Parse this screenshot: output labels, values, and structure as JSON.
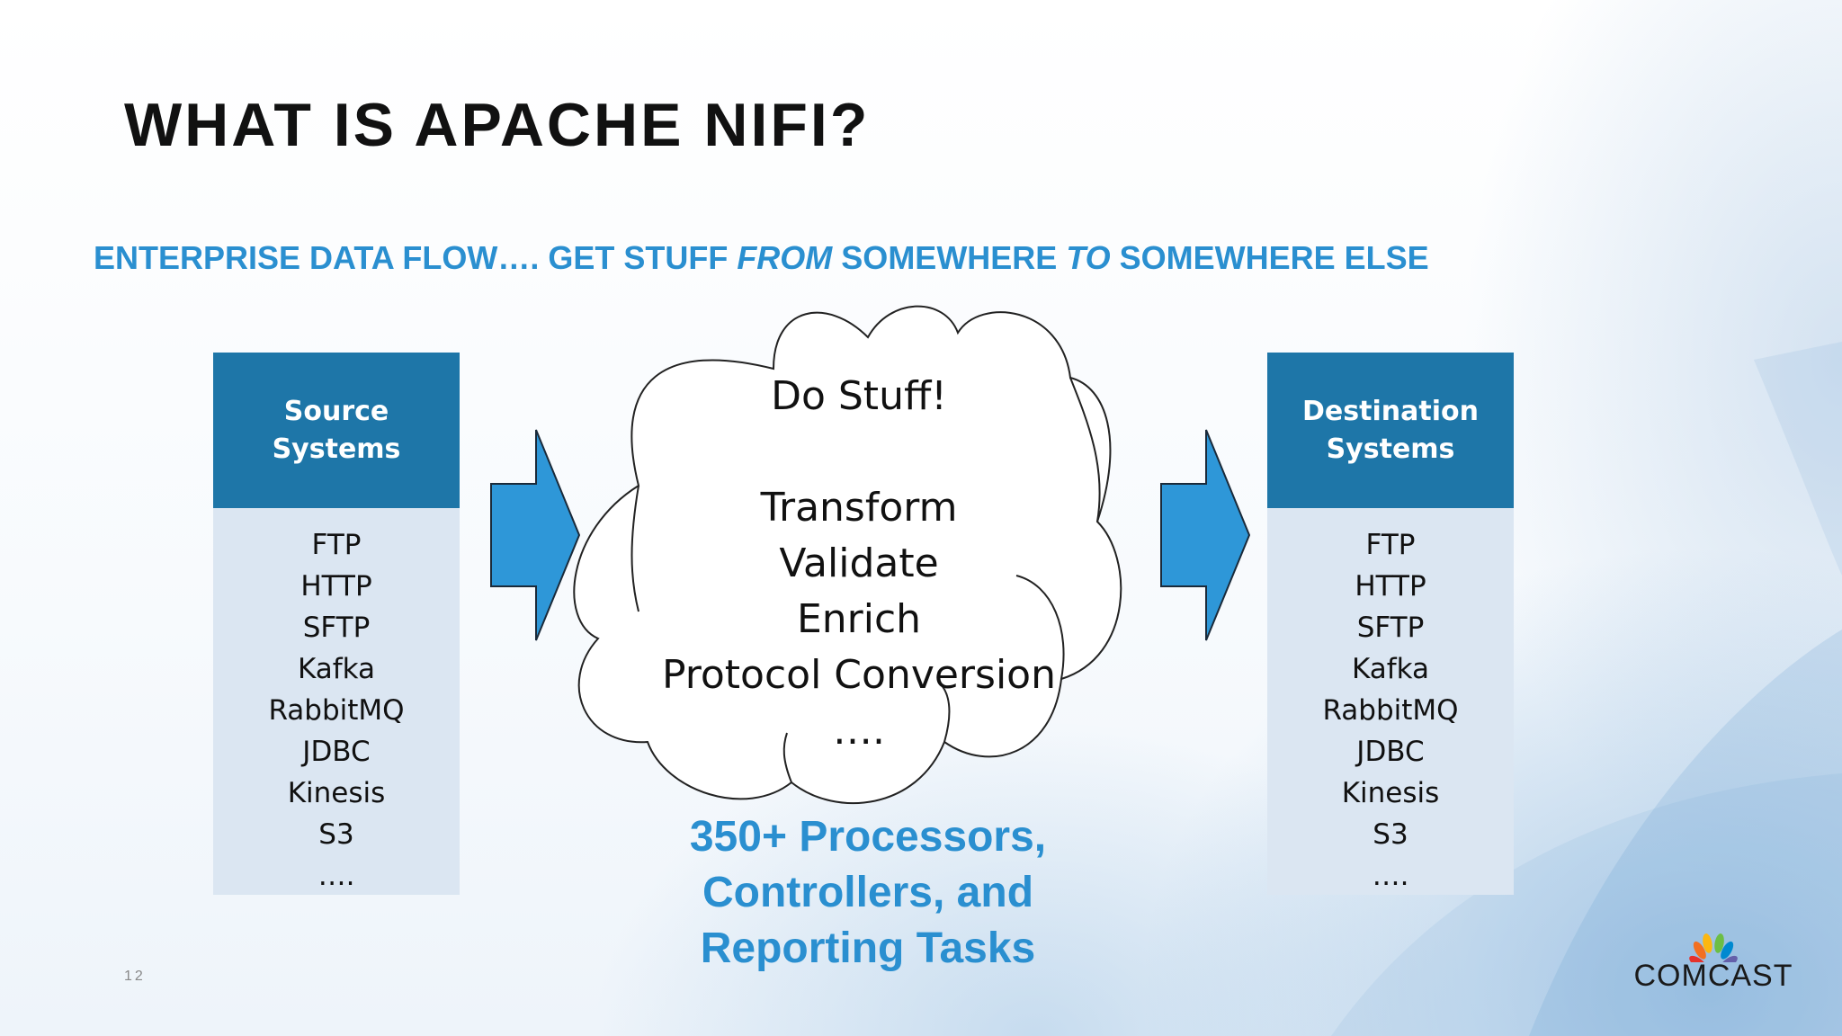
{
  "slide": {
    "title": "WHAT IS APACHE NIFI?",
    "subtitle": {
      "part1": "ENTERPRISE DATA FLOW….  GET STUFF ",
      "from": "FROM",
      "part2": " SOMEWHERE ",
      "to": "TO",
      "part3": " SOMEWHERE ELSE"
    },
    "page_number": "12"
  },
  "source": {
    "heading": "Source Systems",
    "items": [
      "FTP",
      "HTTP",
      "SFTP",
      "Kafka",
      "RabbitMQ",
      "JDBC",
      "Kinesis",
      "S3",
      "…."
    ]
  },
  "destination": {
    "heading": "Destination Systems",
    "items": [
      "FTP",
      "HTTP",
      "SFTP",
      "Kafka",
      "RabbitMQ",
      "JDBC",
      "Kinesis",
      "S3",
      "…."
    ]
  },
  "cloud": {
    "headline": "Do Stuff!",
    "lines": [
      "Transform",
      "Validate",
      "Enrich",
      "Protocol Conversion",
      "…."
    ]
  },
  "processors": {
    "line1": "350+ Processors,",
    "line2": "Controllers, and",
    "line3": "Reporting Tasks"
  },
  "logo": {
    "text": "COMCAST",
    "icon": "peacock-icon"
  },
  "colors": {
    "box_header": "#1e76a8",
    "box_body": "#dbe6f2",
    "arrow": "#2e97d8",
    "accent_text": "#2a8fd0"
  }
}
